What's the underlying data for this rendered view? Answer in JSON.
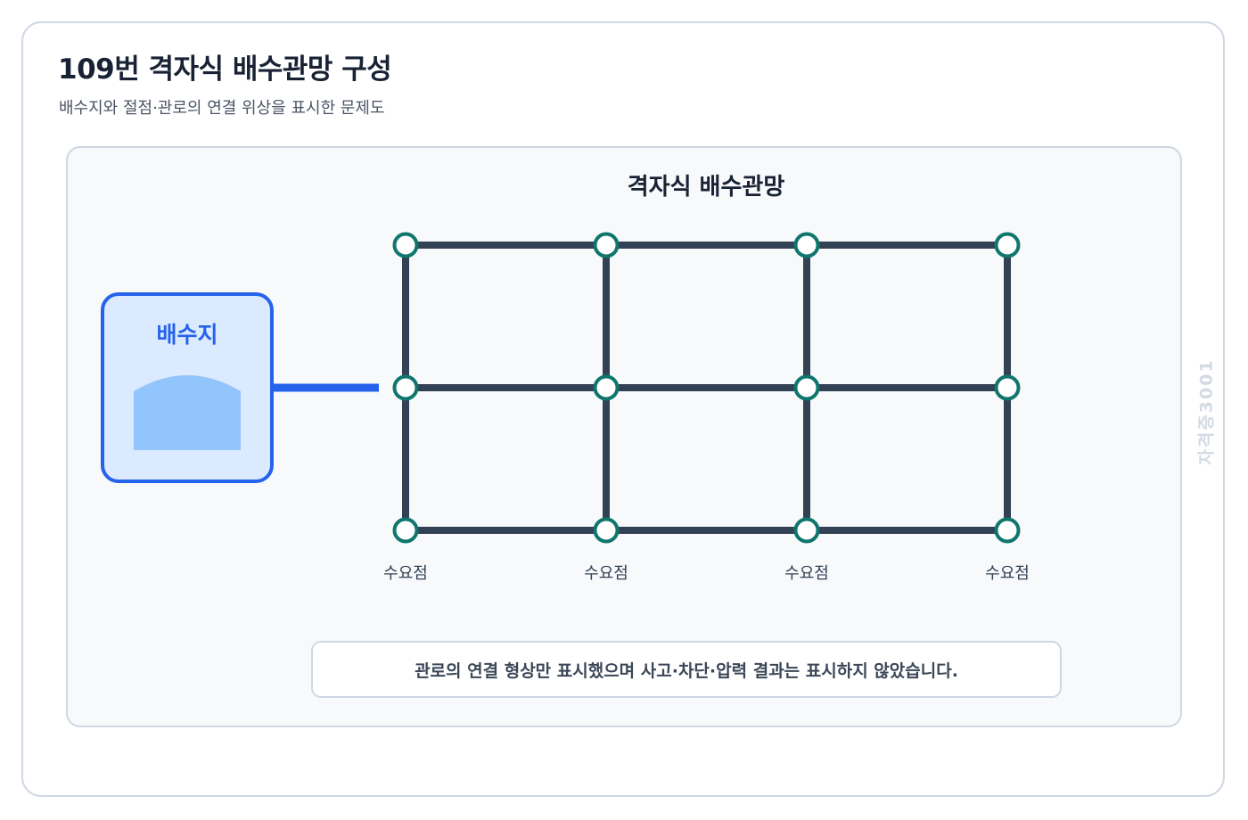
{
  "header": {
    "title": "109번 격자식 배수관망 구성",
    "subtitle": "배수지와 절점·관로의 연결 위상을 표시한 문제도"
  },
  "diagram": {
    "title": "격자식 배수관망",
    "reservoir_label": "배수지",
    "node_labels": [
      "수요점",
      "수요점",
      "수요점",
      "수요점"
    ],
    "note": "관로의 연결 형상만 표시했으며 사고·차단·압력 결과는 표시하지 않았습니다.",
    "grid": {
      "columns": 4,
      "rows": 3
    }
  },
  "watermark": "자격증3001",
  "colors": {
    "pipe": "#334155",
    "node_stroke": "#0f766e",
    "node_fill": "#ffffff",
    "supply_pipe": "#2563eb",
    "reservoir_border": "#2563eb",
    "reservoir_fill": "#dbeafe",
    "water": "#93c5fd",
    "label_blue": "#2563eb"
  }
}
